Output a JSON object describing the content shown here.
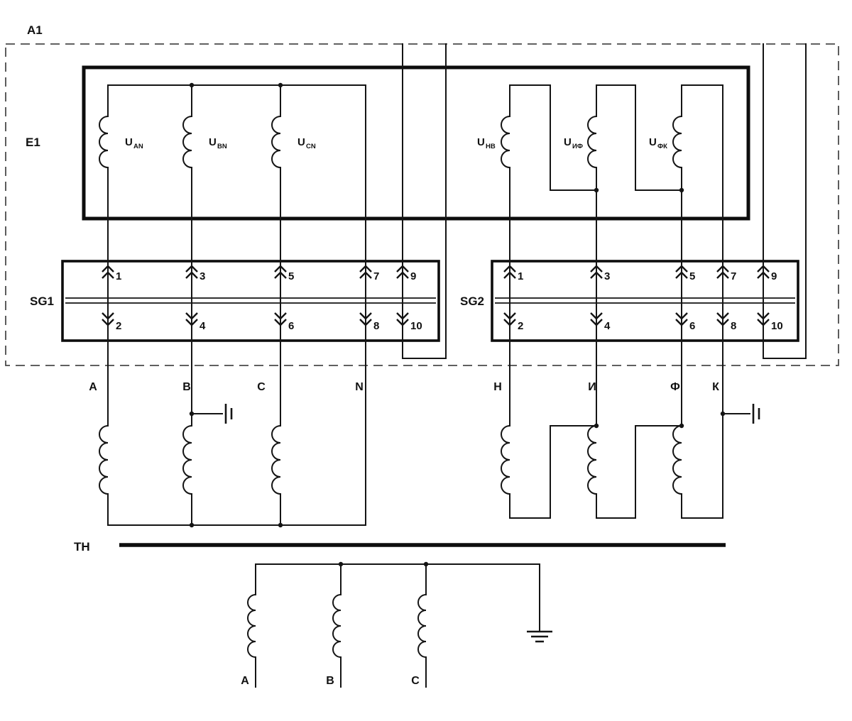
{
  "labels": {
    "a1": "A1",
    "e1": "E1",
    "sg1": "SG1",
    "sg2": "SG2",
    "tn": "ТН"
  },
  "e1_coils": [
    {
      "main": "U",
      "sub": "AN"
    },
    {
      "main": "U",
      "sub": "BN"
    },
    {
      "main": "U",
      "sub": "CN"
    },
    {
      "main": "U",
      "sub": "НВ"
    },
    {
      "main": "U",
      "sub": "ИФ"
    },
    {
      "main": "U",
      "sub": "ФК"
    }
  ],
  "sg1": {
    "top": [
      "1",
      "3",
      "5",
      "7",
      "9"
    ],
    "bottom": [
      "2",
      "4",
      "6",
      "8",
      "10"
    ]
  },
  "sg2": {
    "top": [
      "1",
      "3",
      "5",
      "7",
      "9"
    ],
    "bottom": [
      "2",
      "4",
      "6",
      "8",
      "10"
    ]
  },
  "phases_left": [
    "A",
    "B",
    "C",
    "N"
  ],
  "phases_right": [
    "Н",
    "И",
    "Ф",
    "К"
  ],
  "bottom_terminals": [
    "A",
    "B",
    "C"
  ],
  "colors": {
    "line": "#141414",
    "dashed": "#4a4a4a",
    "background": "#ffffff"
  }
}
